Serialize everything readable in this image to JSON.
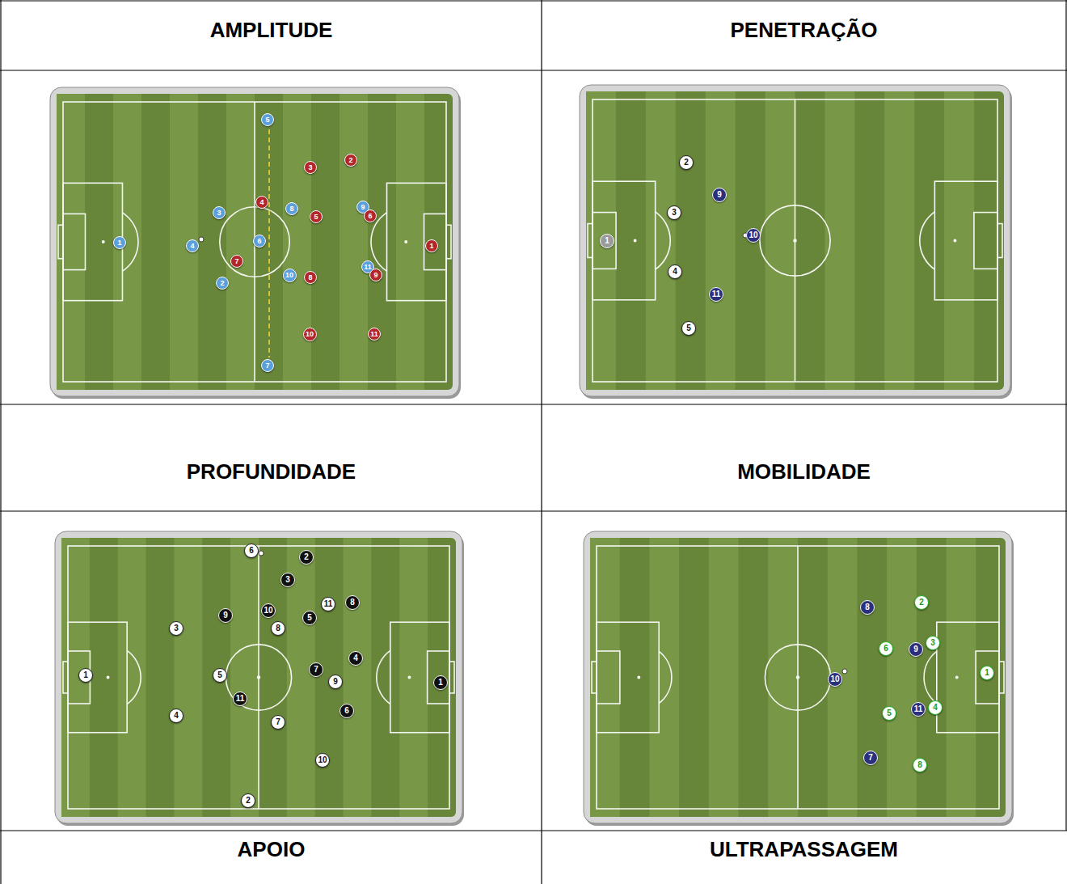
{
  "diagram": {
    "nodes": [
      {
        "text": [
          "AMPLITUDE"
        ]
      },
      {
        "text": [
          "PENETRAÇÃO"
        ]
      },
      {
        "text": [
          "1"
        ]
      },
      {
        "text": [
          "2"
        ]
      },
      {
        "text": [
          "3"
        ]
      },
      {
        "text": [
          "4"
        ]
      },
      {
        "text": [
          "5"
        ]
      },
      {
        "text": [
          "6"
        ]
      },
      {
        "text": [
          "7"
        ]
      },
      {
        "text": [
          "8"
        ]
      },
      {
        "text": [
          "9"
        ]
      },
      {
        "text": [
          "10"
        ]
      },
      {
        "text": [
          "11"
        ]
      },
      {
        "text": [
          "1"
        ]
      },
      {
        "text": [
          "2"
        ]
      },
      {
        "text": [
          "3"
        ]
      },
      {
        "text": [
          "4"
        ]
      },
      {
        "text": [
          "5"
        ]
      },
      {
        "text": [
          "6"
        ]
      },
      {
        "text": [
          "7"
        ]
      },
      {
        "text": [
          "8"
        ]
      },
      {
        "text": [
          "9"
        ]
      },
      {
        "text": [
          "10"
        ]
      },
      {
        "text": [
          "11"
        ]
      },
      {
        "text": [
          "1"
        ]
      },
      {
        "text": [
          "2"
        ]
      },
      {
        "text": [
          "3"
        ]
      },
      {
        "text": [
          "4"
        ]
      },
      {
        "text": [
          "5"
        ]
      },
      {
        "text": [
          "9"
        ]
      },
      {
        "text": [
          "10"
        ]
      },
      {
        "text": [
          "11"
        ]
      },
      {
        "text": [
          "PROFUNDIDADE"
        ]
      },
      {
        "text": [
          "MOBILIDADE"
        ]
      },
      {
        "text": [
          "1"
        ]
      },
      {
        "text": [
          "2"
        ]
      },
      {
        "text": [
          "3"
        ]
      },
      {
        "text": [
          "4"
        ]
      },
      {
        "text": [
          "5"
        ]
      },
      {
        "text": [
          "6"
        ]
      },
      {
        "text": [
          "7"
        ]
      },
      {
        "text": [
          "8"
        ]
      },
      {
        "text": [
          "9"
        ]
      },
      {
        "text": [
          "10"
        ]
      },
      {
        "text": [
          "11"
        ]
      },
      {
        "text": [
          "1"
        ]
      },
      {
        "text": [
          "2"
        ]
      },
      {
        "text": [
          "3"
        ]
      },
      {
        "text": [
          "4"
        ]
      },
      {
        "text": [
          "5"
        ]
      },
      {
        "text": [
          "6"
        ]
      },
      {
        "text": [
          "7"
        ]
      },
      {
        "text": [
          "8"
        ]
      },
      {
        "text": [
          "9"
        ]
      },
      {
        "text": [
          "10"
        ]
      },
      {
        "text": [
          "11"
        ]
      },
      {
        "text": [
          "7"
        ]
      },
      {
        "text": [
          "8"
        ]
      },
      {
        "text": [
          "9"
        ]
      },
      {
        "text": [
          "10"
        ]
      },
      {
        "text": [
          "11"
        ]
      },
      {
        "text": [
          "1"
        ]
      },
      {
        "text": [
          "2"
        ]
      },
      {
        "text": [
          "3"
        ]
      },
      {
        "text": [
          "4"
        ]
      },
      {
        "text": [
          "5"
        ]
      },
      {
        "text": [
          "6"
        ]
      },
      {
        "text": [
          "8"
        ]
      },
      {
        "text": [
          "APOIO"
        ]
      },
      {
        "text": [
          "ULTRAPASSAGEM"
        ]
      }
    ]
  }
}
